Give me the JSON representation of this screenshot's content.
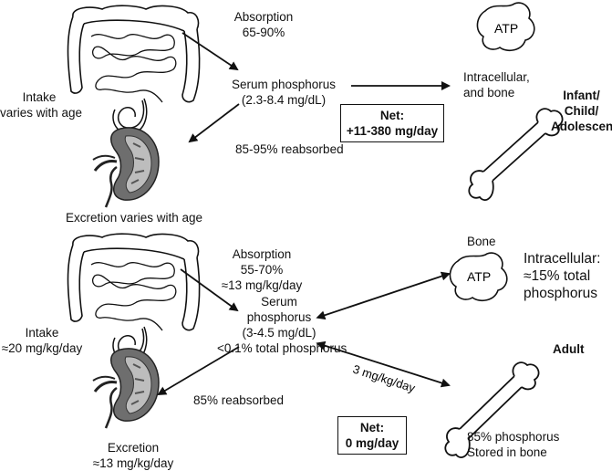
{
  "top": {
    "absorption_label": "Absorption",
    "absorption_pct": "65-90%",
    "serum_label": "Serum phosphorus",
    "serum_range": "(2.3-8.4 mg/dL)",
    "atp_label": "ATP",
    "intracellular_line1": "Intracellular,",
    "intracellular_line2": "and bone",
    "intake_line1": "Intake",
    "intake_line2": "varies with age",
    "reabsorbed": "85-95% reabsorbed",
    "excretion": "Excretion varies with age",
    "net_title": "Net:",
    "net_value": "+11-380 mg/day",
    "group_line1": "Infant/",
    "group_line2": "Child/",
    "group_line3": "Adolescent"
  },
  "bottom": {
    "absorption_label": "Absorption",
    "absorption_pct": "55-70%",
    "absorption_rate": "≈13 mg/kg/day",
    "bone_label": "Bone",
    "atp_label": "ATP",
    "intracellular_line1": "Intracellular:",
    "intracellular_line2": "≈15% total",
    "intracellular_line3": "phosphorus",
    "serum_line1": "Serum",
    "serum_line2": "phosphorus",
    "serum_line3": "(3-4.5 mg/dL)",
    "serum_line4": "<0.1% total phosphorus",
    "intake_line1": "Intake",
    "intake_line2": "≈20 mg/kg/day",
    "group_label": "Adult",
    "bone_flux": "3 mg/kg/day",
    "reabsorbed": "85% reabsorbed",
    "excretion_line1": "Excretion",
    "excretion_line2": "≈13 mg/kg/day",
    "net_title": "Net:",
    "net_value": "0 mg/day",
    "stored_line1": "85% phosphorus",
    "stored_line2": "Stored in bone"
  }
}
